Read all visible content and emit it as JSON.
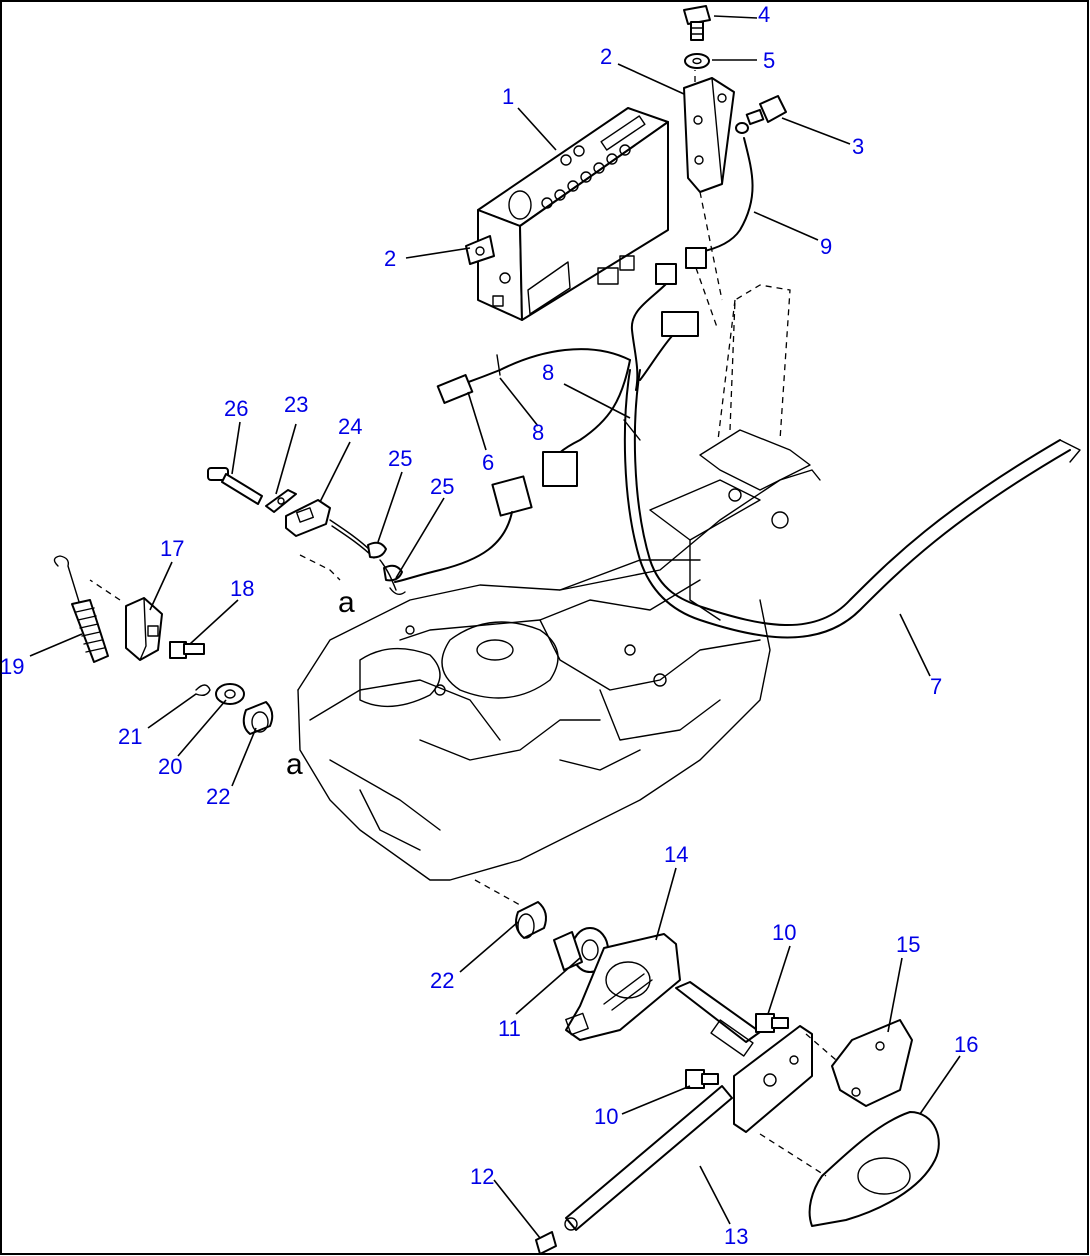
{
  "callouts": {
    "c1": "1",
    "c2a": "2",
    "c2b": "2",
    "c3": "3",
    "c4": "4",
    "c5": "5",
    "c6": "6",
    "c7": "7",
    "c8a": "8",
    "c8b": "8",
    "c9": "9",
    "c10a": "10",
    "c10b": "10",
    "c11": "11",
    "c12": "12",
    "c13": "13",
    "c14": "14",
    "c15": "15",
    "c16": "16",
    "c17": "17",
    "c18": "18",
    "c19": "19",
    "c20": "20",
    "c21": "21",
    "c22a": "22",
    "c22b": "22",
    "c23": "23",
    "c24": "24",
    "c25a": "25",
    "c25b": "25",
    "c26": "26"
  },
  "refs": {
    "a1": "a",
    "a2": "a"
  },
  "colors": {
    "callout": "#0000e6",
    "line": "#000000",
    "background": "#ffffff"
  }
}
